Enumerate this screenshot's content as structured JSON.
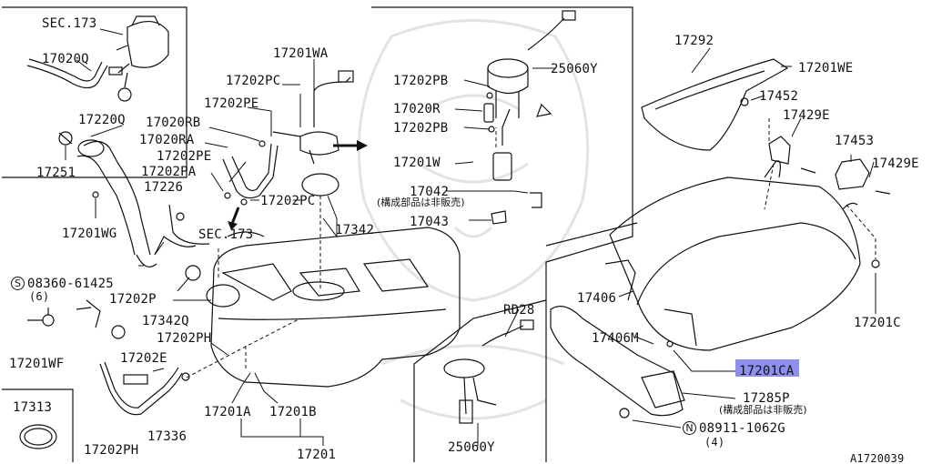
{
  "figure_code": "A1720039",
  "labels": {
    "sec173_top": "SEC.173",
    "p17020Q": "17020Q",
    "p17220Q": "17220Q",
    "p17251": "17251",
    "p17201WG": "17201WG",
    "p17226": "17226",
    "p08360_61425": "08360-61425",
    "qty6": "(6)",
    "p17202P": "17202P",
    "p17342Q": "17342Q",
    "p17201WF": "17201WF",
    "p17202PH_mid": "17202PH",
    "p17202E": "17202E",
    "p17313": "17313",
    "p17336": "17336",
    "p17202PH_bot": "17202PH",
    "p17201A": "17201A",
    "p17201B": "17201B",
    "p17201": "17201",
    "p17201WA": "17201WA",
    "p17202PC_top": "17202PC",
    "p17202PE_top": "17202PE",
    "p17020RB": "17020RB",
    "p17020RA": "17020RA",
    "p17202PE_mid": "17202PE",
    "p17202PA": "17202PA",
    "p17202PC_mid": "17202PC",
    "sec173_mid": "SEC.173",
    "p17342": "17342",
    "p17202PB_top": "17202PB",
    "p25060Y_top": "25060Y",
    "p17020R": "17020R",
    "p17202PB_mid": "17202PB",
    "p17201W": "17201W",
    "p17042": "17042",
    "note_17042": "(構成部品は非販売)",
    "p17043": "17043",
    "rd28": "RD28",
    "p25060Y_bot": "25060Y",
    "p17292": "17292",
    "p17201WE": "17201WE",
    "p17452": "17452",
    "p17429E_left": "17429E",
    "p17453": "17453",
    "p17429E_right": "17429E",
    "p17406": "17406",
    "p17406M": "17406M",
    "p17201C": "17201C",
    "p17201CA": "17201CA",
    "p17285P": "17285P",
    "note_17285P": "(構成部品は非販売)",
    "p08911_1062G": "08911-1062G",
    "qty4": "(4)"
  },
  "symbols": {
    "bolt_prefix": "S",
    "nut_prefix": "N"
  },
  "highlight_color": "#8f8ff0"
}
